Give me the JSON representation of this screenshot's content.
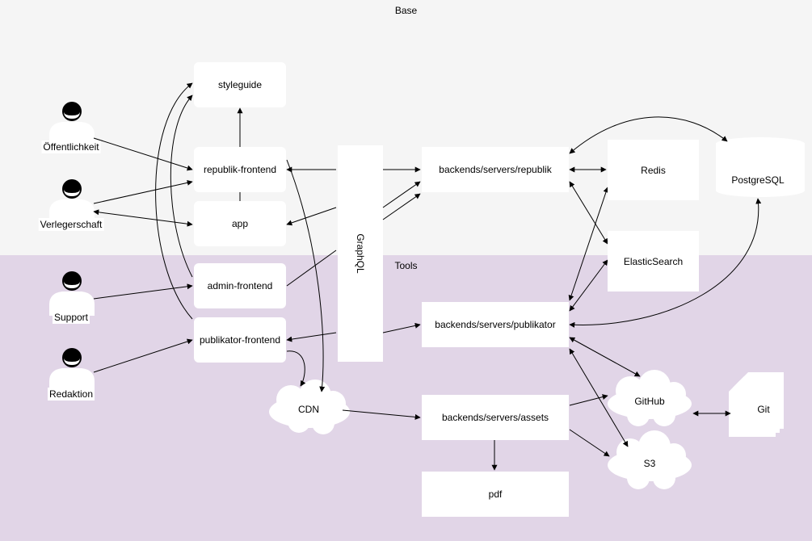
{
  "zones": {
    "base": "Base",
    "tools": "Tools"
  },
  "actors": {
    "oeffentlichkeit": "Öffentlichkeit",
    "verlegerschaft": "Verlegerschaft",
    "support": "Support",
    "redaktion": "Redaktion"
  },
  "frontends": {
    "styleguide": "styleguide",
    "republik_frontend": "republik-frontend",
    "app": "app",
    "admin_frontend": "admin-frontend",
    "publikator_frontend": "publikator-frontend"
  },
  "graphql": "GraphQL",
  "backends": {
    "republik": "backends/servers/republik",
    "publikator": "backends/servers/publikator",
    "assets": "backends/servers/assets",
    "pdf": "pdf"
  },
  "services": {
    "redis": "Redis",
    "elasticsearch": "ElasticSearch",
    "postgresql": "PostgreSQL",
    "github": "GitHub",
    "s3": "S3",
    "cdn": "CDN",
    "git": "Git"
  }
}
